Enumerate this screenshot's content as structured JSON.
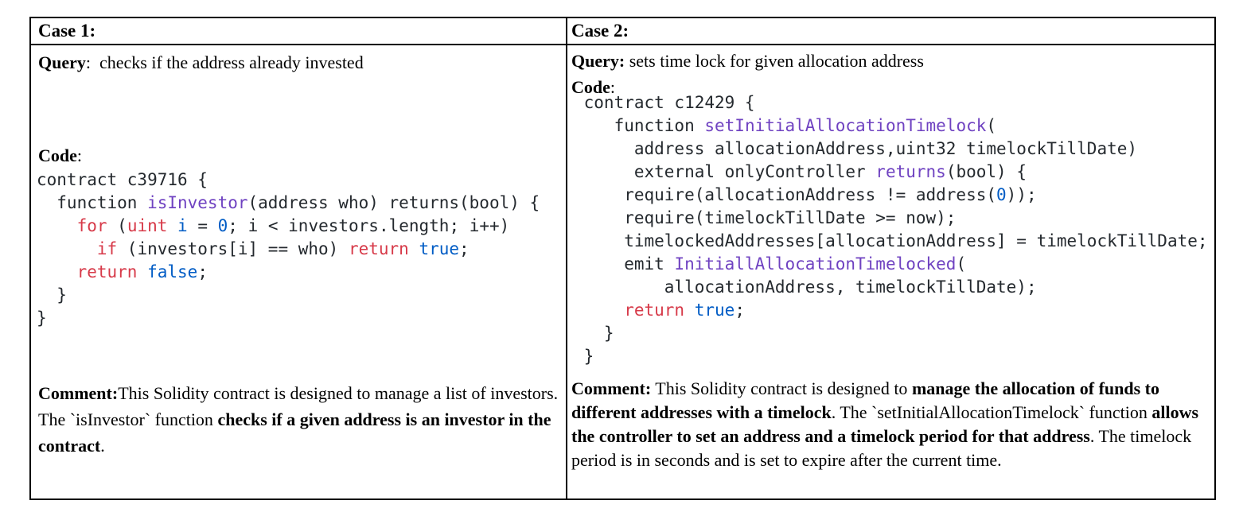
{
  "table": {
    "colors": {
      "keyword": "#d73a49",
      "function": "#6f42c1",
      "constant": "#005cc5",
      "code_text": "#24292e",
      "border": "#000000"
    },
    "cases": [
      {
        "header": "Case 1:",
        "query_segments": [
          {
            "t": "Query",
            "b": true
          },
          {
            "t": ":  checks if the address already invested",
            "b": false
          }
        ],
        "code_label_segments": [
          {
            "t": "Code",
            "b": true
          },
          {
            "t": ":",
            "b": false
          }
        ],
        "code_lines": [
          [
            {
              "t": "contract c39716 {",
              "c": "p"
            }
          ],
          [
            {
              "t": "  function ",
              "c": "p"
            },
            {
              "t": "isInvestor",
              "c": "f"
            },
            {
              "t": "(address who) returns(bool) {",
              "c": "p"
            }
          ],
          [
            {
              "t": "    ",
              "c": "p"
            },
            {
              "t": "for",
              "c": "k"
            },
            {
              "t": " (",
              "c": "p"
            },
            {
              "t": "uint",
              "c": "k"
            },
            {
              "t": " ",
              "c": "p"
            },
            {
              "t": "i",
              "c": "n"
            },
            {
              "t": " = ",
              "c": "p"
            },
            {
              "t": "0",
              "c": "n"
            },
            {
              "t": "; i < investors.length; i++)",
              "c": "p"
            }
          ],
          [
            {
              "t": "      ",
              "c": "p"
            },
            {
              "t": "if",
              "c": "k"
            },
            {
              "t": " (investors[i] == who) ",
              "c": "p"
            },
            {
              "t": "return",
              "c": "k"
            },
            {
              "t": " ",
              "c": "p"
            },
            {
              "t": "true",
              "c": "n"
            },
            {
              "t": ";",
              "c": "p"
            }
          ],
          [
            {
              "t": "    ",
              "c": "p"
            },
            {
              "t": "return",
              "c": "k"
            },
            {
              "t": " ",
              "c": "p"
            },
            {
              "t": "false",
              "c": "n"
            },
            {
              "t": ";",
              "c": "p"
            }
          ],
          [
            {
              "t": "  }",
              "c": "p"
            }
          ],
          [
            {
              "t": "}",
              "c": "p"
            }
          ]
        ],
        "comment_segments": [
          {
            "t": "Comment:",
            "b": true
          },
          {
            "t": "This Solidity contract is designed to manage a list of investors. The `isInvestor` function ",
            "b": false
          },
          {
            "t": "checks if a given address is an investor in the contract",
            "b": true
          },
          {
            "t": ".",
            "b": false
          }
        ]
      },
      {
        "header": "Case 2:",
        "query_segments": [
          {
            "t": "Query:",
            "b": true
          },
          {
            "t": " sets time lock for given allocation address",
            "b": false
          }
        ],
        "code_label_segments": [
          {
            "t": "Code",
            "b": true
          },
          {
            "t": ":",
            "b": false
          }
        ],
        "code_lines": [
          [
            {
              "t": " contract c12429 {",
              "c": "p"
            }
          ],
          [
            {
              "t": "    function ",
              "c": "p"
            },
            {
              "t": "setInitialAllocationTimelock",
              "c": "f"
            },
            {
              "t": "(",
              "c": "p"
            }
          ],
          [
            {
              "t": "      address allocationAddress,uint32 timelockTillDate)",
              "c": "p"
            }
          ],
          [
            {
              "t": "      external onlyController ",
              "c": "p"
            },
            {
              "t": "returns",
              "c": "f"
            },
            {
              "t": "(bool) {",
              "c": "p"
            }
          ],
          [
            {
              "t": "     require(allocationAddress != address(",
              "c": "p"
            },
            {
              "t": "0",
              "c": "n"
            },
            {
              "t": "));",
              "c": "p"
            }
          ],
          [
            {
              "t": "     require(timelockTillDate >= now);",
              "c": "p"
            }
          ],
          [
            {
              "t": "     timelockedAddresses[allocationAddress] = timelockTillDate;",
              "c": "p"
            }
          ],
          [
            {
              "t": "     emit ",
              "c": "p"
            },
            {
              "t": "InitiallAllocationTimelocked",
              "c": "f"
            },
            {
              "t": "(",
              "c": "p"
            }
          ],
          [
            {
              "t": "         allocationAddress, timelockTillDate);",
              "c": "p"
            }
          ],
          [
            {
              "t": "     ",
              "c": "p"
            },
            {
              "t": "return",
              "c": "k"
            },
            {
              "t": " ",
              "c": "p"
            },
            {
              "t": "true",
              "c": "n"
            },
            {
              "t": ";",
              "c": "p"
            }
          ],
          [
            {
              "t": "   }",
              "c": "p"
            }
          ],
          [
            {
              "t": " }",
              "c": "p"
            }
          ]
        ],
        "comment_segments": [
          {
            "t": "Comment:",
            "b": true
          },
          {
            "t": " This Solidity contract is designed to ",
            "b": false
          },
          {
            "t": "manage the allocation of funds to different addresses with a timelock",
            "b": true
          },
          {
            "t": ". The `setInitialAllocationTimelock` function ",
            "b": false
          },
          {
            "t": "allows the controller to set an address and a timelock period for that address",
            "b": true
          },
          {
            "t": ". The timelock period is in seconds and is set to expire after the current time.",
            "b": false
          }
        ]
      }
    ]
  }
}
